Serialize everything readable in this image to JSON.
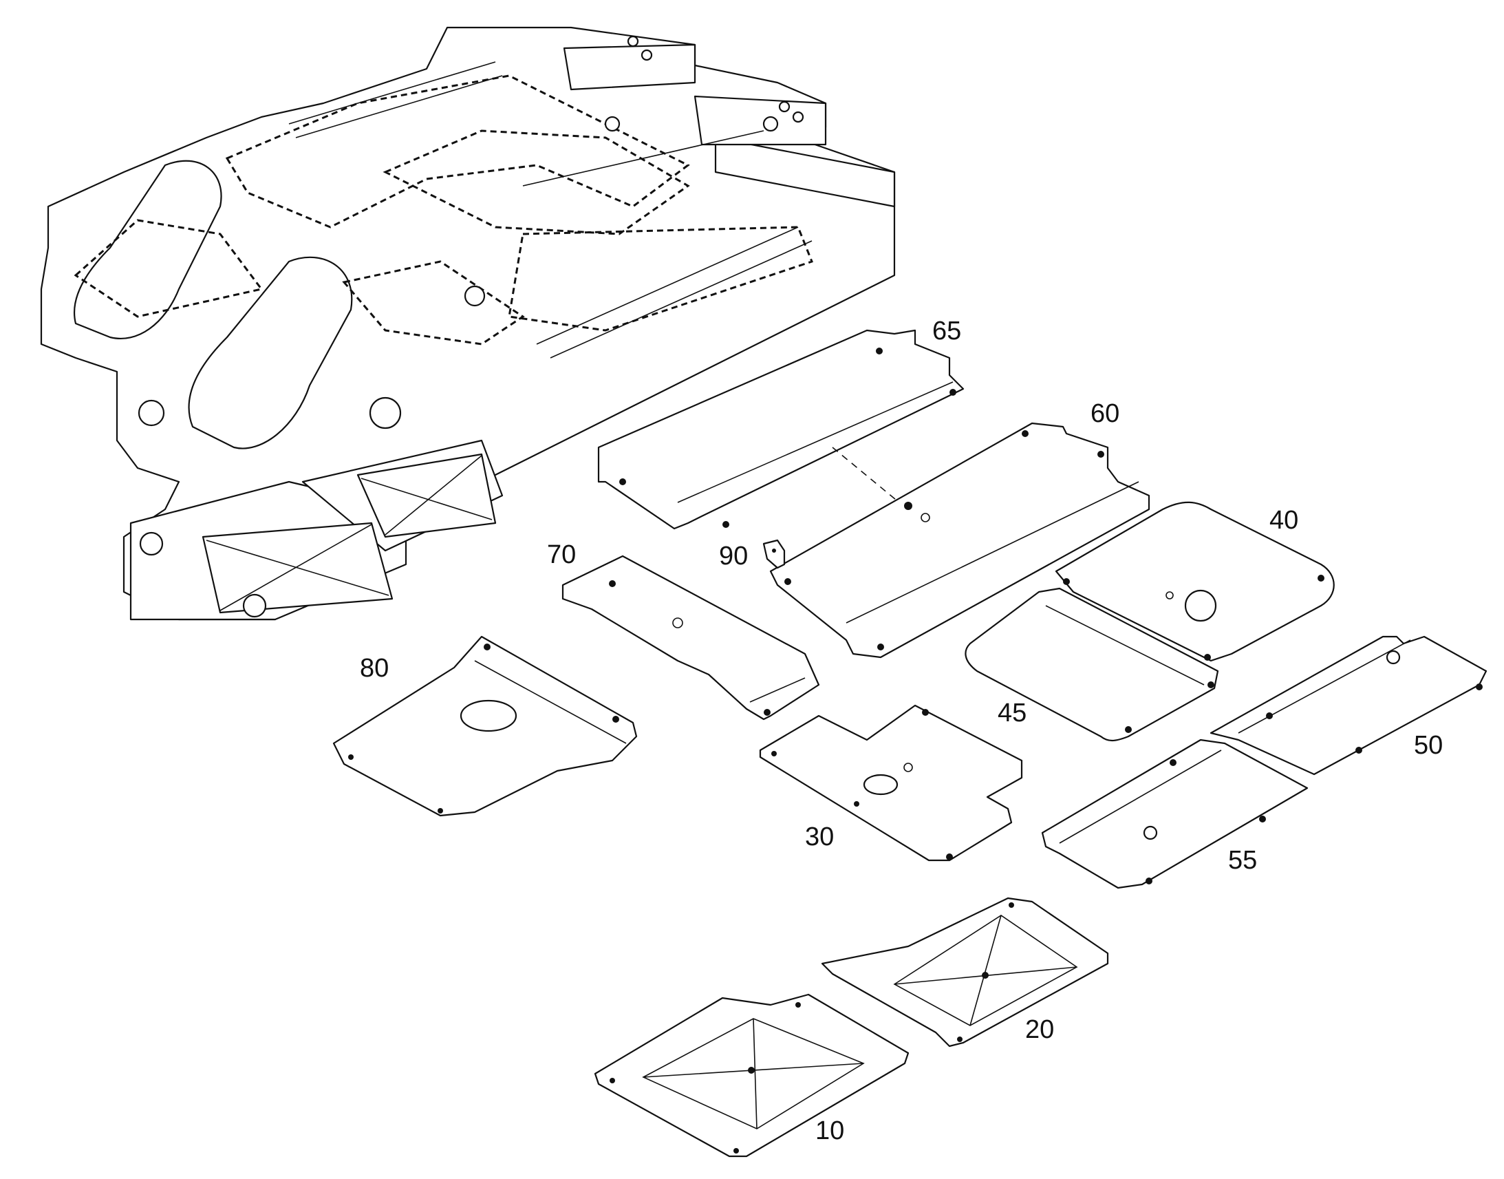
{
  "diagram": {
    "labels": {
      "p10": "10",
      "p20": "20",
      "p30": "30",
      "p40": "40",
      "p45": "45",
      "p50": "50",
      "p55": "55",
      "p60": "60",
      "p65": "65",
      "p70": "70",
      "p80": "80",
      "p90": "90"
    }
  }
}
